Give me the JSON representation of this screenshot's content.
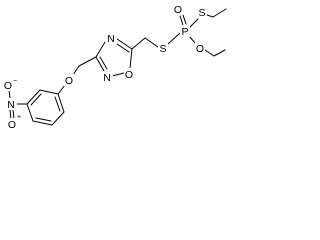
{
  "molecule": {
    "atoms": {
      "s_ethyl_thio": "S",
      "phosphoryl_o": "O",
      "phosphorus": "P",
      "s_methylene_thio": "S",
      "o_ethoxy": "O",
      "ring_n_top": "N",
      "ring_o": "O",
      "ring_n_bottom": "N",
      "ether_o": "O",
      "nitro_n": "N",
      "nitro_o_top": "O",
      "nitro_o_bottom": "O",
      "nitro_n_charge": "+",
      "nitro_o_charge": "−"
    }
  },
  "colors": {
    "bond": "#000000",
    "label": "#000000",
    "background": "#ffffff"
  }
}
